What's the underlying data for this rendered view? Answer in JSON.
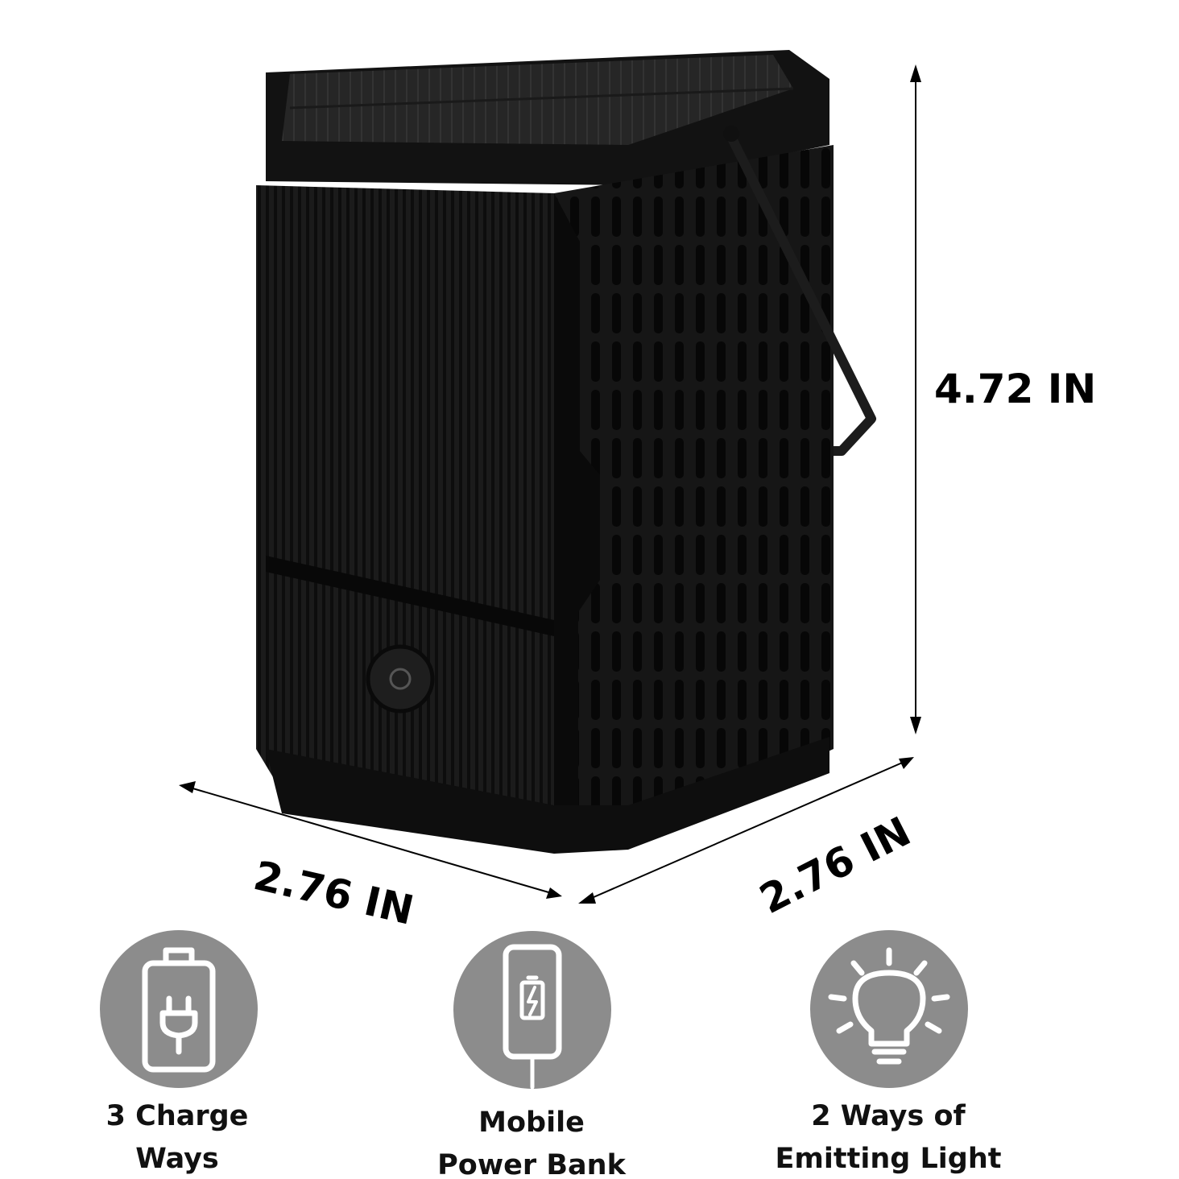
{
  "dimensions": {
    "height": "4.72 IN",
    "depth_left": "2.76 IN",
    "depth_right": "2.76 IN"
  },
  "features": [
    {
      "icon": "battery-plug-icon",
      "label_line1": "3 Charge",
      "label_line2": "Ways"
    },
    {
      "icon": "phone-charging-icon",
      "label_line1": "Mobile",
      "label_line2": "Power Bank"
    },
    {
      "icon": "lightbulb-icon",
      "label_line1": "2 Ways of",
      "label_line2": "Emitting Light"
    }
  ],
  "colors": {
    "background": "#ffffff",
    "body": "#141414",
    "icon_circle": "#8c8c8c",
    "icon_stroke": "#ffffff"
  }
}
